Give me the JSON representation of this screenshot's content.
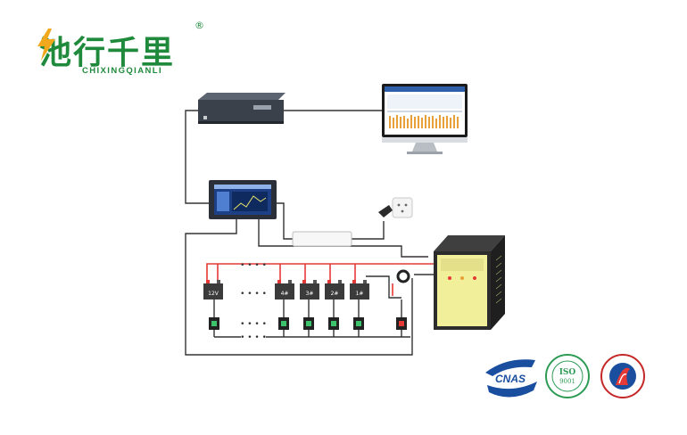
{
  "logo": {
    "brand_cn": "池行千里",
    "brand_en": "CHIXINGQIANLI",
    "registered_mark": "®"
  },
  "diagram": {
    "dots": "• • • •",
    "battery_labels": [
      "12V",
      "4#",
      "3#",
      "2#",
      "1#"
    ],
    "cert_badges": {
      "cnas": "CNAS",
      "iso": "ISO",
      "iso_number": "9001"
    }
  },
  "colors": {
    "brand_green": "#1f8a3c",
    "wire_red": "#e53935",
    "wire_dark": "#333333",
    "cabinet_yellow": "#f2ef9a",
    "cnas_blue": "#1a4fa0"
  }
}
